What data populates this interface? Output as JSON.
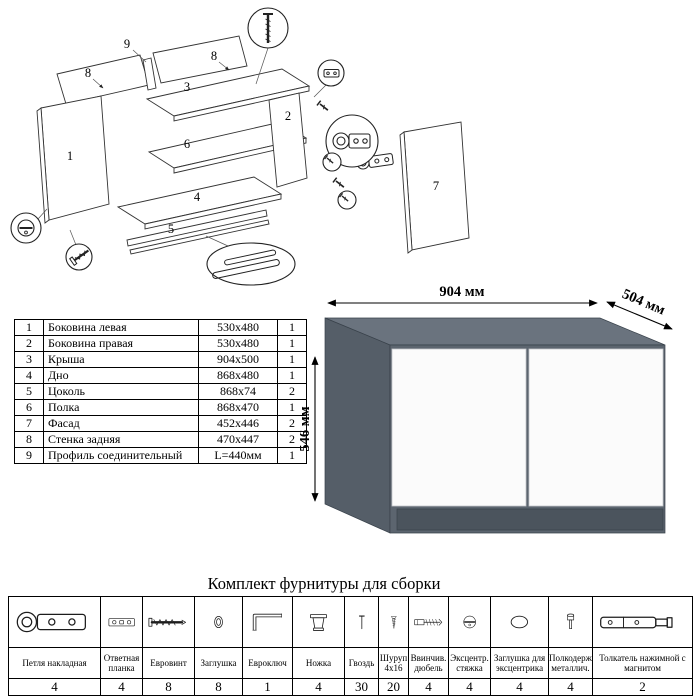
{
  "diagram": {
    "labels": {
      "p1": "1",
      "p2": "2",
      "p3": "3",
      "p4": "4",
      "p5": "5",
      "p6": "6",
      "p7": "7",
      "p8": "8",
      "p9": "9"
    }
  },
  "cabinet": {
    "width_label": "904 мм",
    "depth_label": "504 мм",
    "height_label": "546 мм",
    "colors": {
      "top": "#6a737e",
      "side": "#555e68",
      "front": "#5c656f",
      "door": "#fbfbfb",
      "plinth": "#4b545d"
    }
  },
  "parts_table": {
    "rows": [
      {
        "num": "1",
        "name": "Боковина левая",
        "size": "530x480",
        "qty": "1"
      },
      {
        "num": "2",
        "name": "Боковина правая",
        "size": "530x480",
        "qty": "1"
      },
      {
        "num": "3",
        "name": "Крыша",
        "size": "904x500",
        "qty": "1"
      },
      {
        "num": "4",
        "name": "Дно",
        "size": "868x480",
        "qty": "1"
      },
      {
        "num": "5",
        "name": "Цоколь",
        "size": "868x74",
        "qty": "2"
      },
      {
        "num": "6",
        "name": "Полка",
        "size": "868x470",
        "qty": "1"
      },
      {
        "num": "7",
        "name": "Фасад",
        "size": "452x446",
        "qty": "2"
      },
      {
        "num": "8",
        "name": "Стенка задняя",
        "size": "470x447",
        "qty": "2"
      },
      {
        "num": "9",
        "name": "Профиль соединительный",
        "size": "L=440мм",
        "qty": "1"
      }
    ]
  },
  "hardware": {
    "title": "Комплект фурнитуры для сборки",
    "items": [
      {
        "label": "Петля накладная",
        "qty": "4",
        "icon": "hinge-icon"
      },
      {
        "label": "Ответная планка",
        "qty": "4",
        "icon": "strike-plate-icon"
      },
      {
        "label": "Евровинт",
        "qty": "8",
        "icon": "euro-screw-icon"
      },
      {
        "label": "Заглушка",
        "qty": "8",
        "icon": "cap-icon"
      },
      {
        "label": "Евроключ",
        "qty": "1",
        "icon": "hex-key-icon"
      },
      {
        "label": "Ножка",
        "qty": "4",
        "icon": "leg-icon"
      },
      {
        "label": "Гвоздь",
        "qty": "30",
        "icon": "nail-icon"
      },
      {
        "label": "Шуруп 4x16",
        "qty": "20",
        "icon": "screw-icon"
      },
      {
        "label": "Ввинчив. дюбель",
        "qty": "4",
        "icon": "screw-dowel-icon"
      },
      {
        "label": "Эксцентр. стяжка",
        "qty": "4",
        "icon": "cam-lock-icon"
      },
      {
        "label": "Заглушка для эксцентрика",
        "qty": "4",
        "icon": "cam-cap-icon"
      },
      {
        "label": "Полкодерж. металлич.",
        "qty": "4",
        "icon": "shelf-support-icon"
      },
      {
        "label": "Толкатель нажимной с магнитом",
        "qty": "2",
        "icon": "push-opener-icon"
      }
    ]
  }
}
